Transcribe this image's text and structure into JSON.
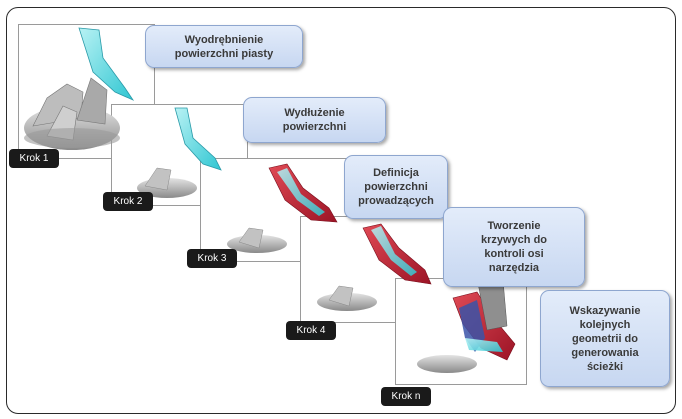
{
  "steps": [
    {
      "label": "Krok 1",
      "caption": "Wyodrębnienie\npowierzchni piasty"
    },
    {
      "label": "Krok 2",
      "caption": "Wydłużenie\npowierzchni"
    },
    {
      "label": "Krok 3",
      "caption": "Definicja\npowierzchni\nprowadzących"
    },
    {
      "label": "Krok 4",
      "caption": "Tworzenie\nkrzywych do\nkontroli osi\nnarzędzia"
    },
    {
      "label": "Krok n",
      "caption": "Wskazywanie\nkolejnych\ngeometrii do\ngenerowania\nścieżki"
    }
  ],
  "colors": {
    "bubble": "#d4e1f5",
    "blade_cyan": "#3fd0d8",
    "surface_red": "#c8283a",
    "label_bg": "#1a1a1a"
  }
}
